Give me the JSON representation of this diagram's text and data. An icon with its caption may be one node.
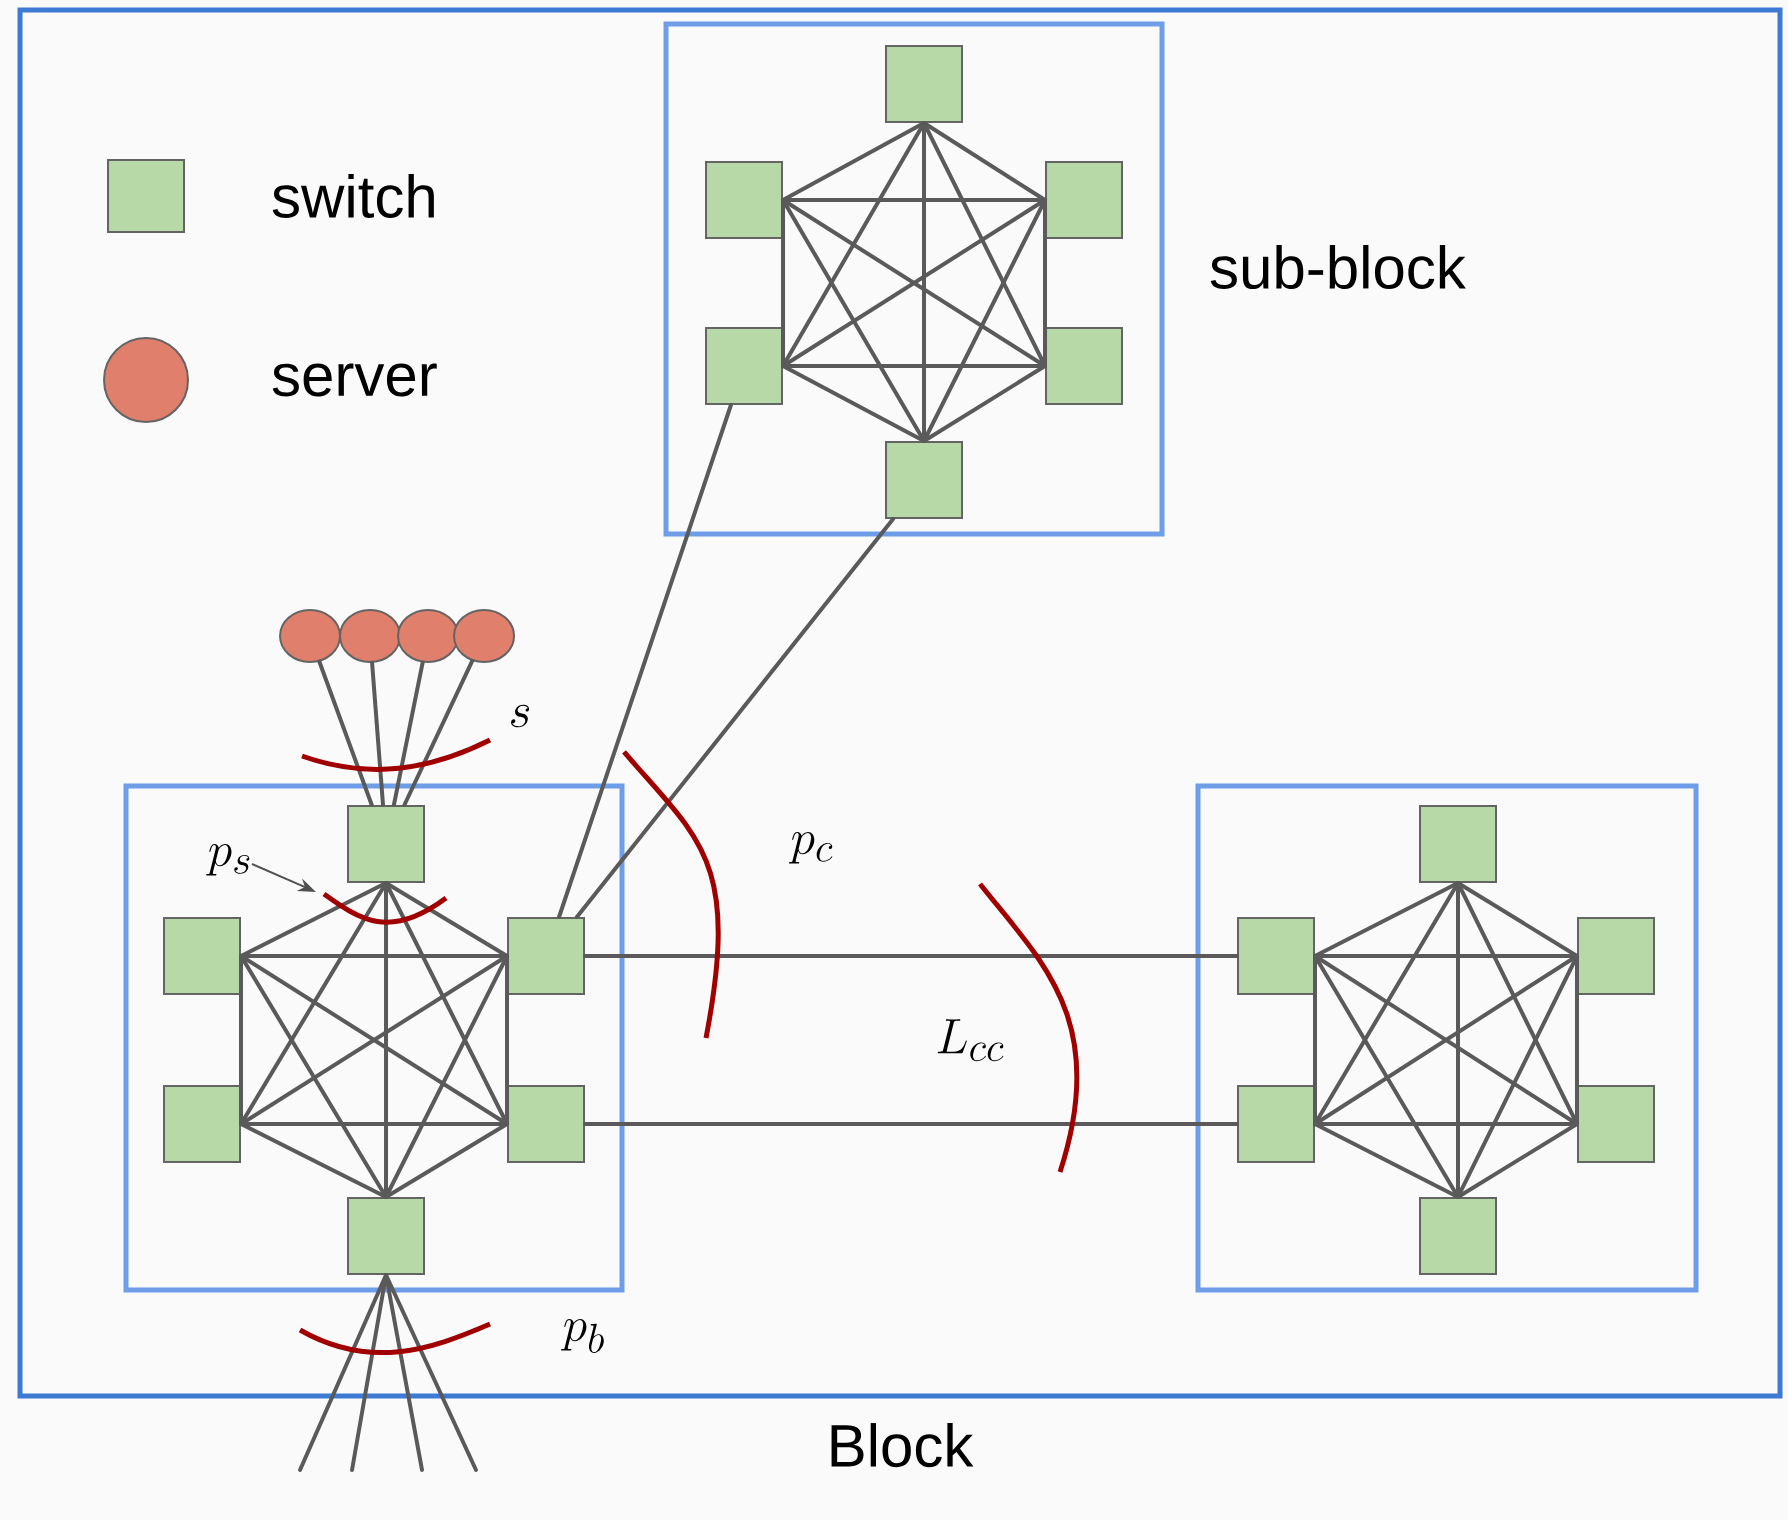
{
  "diagram": {
    "nodes": [
      {
        "text": [
          "Block"
        ]
      },
      {
        "text": [],
        "shape": "box",
        "in": 0,
        "beside": [
          "sub-block"
        ]
      },
      {
        "text": [],
        "shape": "box",
        "in": 1
      },
      {
        "text": [],
        "shape": "box",
        "in": 1
      },
      {
        "text": [],
        "shape": "box",
        "in": 1
      },
      {
        "text": [],
        "shape": "box",
        "in": 1
      },
      {
        "text": [],
        "shape": "box",
        "in": 1
      },
      {
        "text": [],
        "shape": "box",
        "in": 1
      },
      {
        "text": [],
        "shape": "circle",
        "in": 0
      },
      {
        "text": [],
        "shape": "circle",
        "in": 0
      },
      {
        "text": [],
        "shape": "circle",
        "in": 0
      },
      {
        "text": [],
        "shape": "circle",
        "in": 0
      },
      {
        "text": [],
        "shape": "box",
        "in": 0
      },
      {
        "text": [],
        "shape": "box",
        "in": 12
      },
      {
        "text": [],
        "shape": "box",
        "in": 12
      },
      {
        "text": [],
        "shape": "box",
        "in": 12
      },
      {
        "text": [],
        "shape": "box",
        "in": 12
      },
      {
        "text": [],
        "shape": "box",
        "in": 12
      },
      {
        "text": [],
        "shape": "box",
        "in": 12
      },
      {
        "text": [],
        "shape": "box",
        "in": 0
      },
      {
        "text": [],
        "shape": "box",
        "in": 19
      },
      {
        "text": [],
        "shape": "box",
        "in": 19
      },
      {
        "text": [],
        "shape": "box",
        "in": 19
      },
      {
        "text": [],
        "shape": "box",
        "in": 19
      },
      {
        "text": [],
        "shape": "box",
        "in": 19
      },
      {
        "text": [],
        "shape": "box",
        "in": 19
      }
    ],
    "edges": [
      {
        "from": 2,
        "to": 3,
        "arrow": "none"
      },
      {
        "from": 2,
        "to": 4,
        "arrow": "none"
      },
      {
        "from": 2,
        "to": 5,
        "arrow": "none"
      },
      {
        "from": 2,
        "to": 6,
        "arrow": "none"
      },
      {
        "from": 2,
        "to": 7,
        "arrow": "none"
      },
      {
        "from": 3,
        "to": 4,
        "arrow": "none"
      },
      {
        "from": 3,
        "to": 5,
        "arrow": "none"
      },
      {
        "from": 3,
        "to": 6,
        "arrow": "none"
      },
      {
        "from": 3,
        "to": 7,
        "arrow": "none"
      },
      {
        "from": 4,
        "to": 5,
        "arrow": "none"
      },
      {
        "from": 4,
        "to": 6,
        "arrow": "none"
      },
      {
        "from": 4,
        "to": 7,
        "arrow": "none"
      },
      {
        "from": 5,
        "to": 6,
        "arrow": "none"
      },
      {
        "from": 5,
        "to": 7,
        "arrow": "none"
      },
      {
        "from": 6,
        "to": 7,
        "arrow": "none"
      },
      {
        "from": 13,
        "to": 14,
        "arrow": "none"
      },
      {
        "from": 13,
        "to": 15,
        "arrow": "none"
      },
      {
        "from": 13,
        "to": 16,
        "arrow": "none"
      },
      {
        "from": 13,
        "to": 17,
        "arrow": "none"
      },
      {
        "from": 13,
        "to": 18,
        "arrow": "none"
      },
      {
        "from": 14,
        "to": 15,
        "arrow": "none"
      },
      {
        "from": 14,
        "to": 16,
        "arrow": "none"
      },
      {
        "from": 14,
        "to": 17,
        "arrow": "none"
      },
      {
        "from": 14,
        "to": 18,
        "arrow": "none"
      },
      {
        "from": 15,
        "to": 16,
        "arrow": "none"
      },
      {
        "from": 15,
        "to": 17,
        "arrow": "none"
      },
      {
        "from": 15,
        "to": 18,
        "arrow": "none"
      },
      {
        "from": 16,
        "to": 17,
        "arrow": "none"
      },
      {
        "from": 16,
        "to": 18,
        "arrow": "none"
      },
      {
        "from": 17,
        "to": 18,
        "arrow": "none"
      },
      {
        "from": 20,
        "to": 21,
        "arrow": "none"
      },
      {
        "from": 20,
        "to": 22,
        "arrow": "none"
      },
      {
        "from": 20,
        "to": 23,
        "arrow": "none"
      },
      {
        "from": 20,
        "to": 24,
        "arrow": "none"
      },
      {
        "from": 20,
        "to": 25,
        "arrow": "none"
      },
      {
        "from": 21,
        "to": 22,
        "arrow": "none"
      },
      {
        "from": 21,
        "to": 23,
        "arrow": "none"
      },
      {
        "from": 21,
        "to": 24,
        "arrow": "none"
      },
      {
        "from": 21,
        "to": 25,
        "arrow": "none"
      },
      {
        "from": 22,
        "to": 23,
        "arrow": "none"
      },
      {
        "from": 22,
        "to": 24,
        "arrow": "none"
      },
      {
        "from": 22,
        "to": 25,
        "arrow": "none"
      },
      {
        "from": 23,
        "to": 24,
        "arrow": "none"
      },
      {
        "from": 23,
        "to": 25,
        "arrow": "none"
      },
      {
        "from": 24,
        "to": 25,
        "arrow": "none"
      },
      {
        "from": 15,
        "to": 5,
        "arrow": "none"
      },
      {
        "from": 15,
        "to": 7,
        "arrow": "none"
      },
      {
        "from": 15,
        "to": 21,
        "arrow": "none"
      },
      {
        "from": 17,
        "to": 23,
        "arrow": "none"
      },
      {
        "from": 8,
        "to": 13,
        "arrow": "none"
      },
      {
        "from": 9,
        "to": 13,
        "arrow": "none"
      },
      {
        "from": 10,
        "to": 13,
        "arrow": "none"
      },
      {
        "from": 11,
        "to": 13,
        "arrow": "none"
      },
      {
        "from": 18,
        "to": null,
        "arrow": "none"
      },
      {
        "from": 18,
        "to": null,
        "arrow": "none"
      },
      {
        "from": 18,
        "to": null,
        "arrow": "none"
      },
      {
        "from": 18,
        "to": null,
        "arrow": "none"
      }
    ],
    "labels": [
      "s",
      "p_s",
      "p_c",
      "L_{cc}",
      "p_b"
    ],
    "legend": [
      {
        "text": "switch",
        "color": "#b7d9a8"
      },
      {
        "text": "server",
        "color": "#e07f6c"
      }
    ]
  }
}
